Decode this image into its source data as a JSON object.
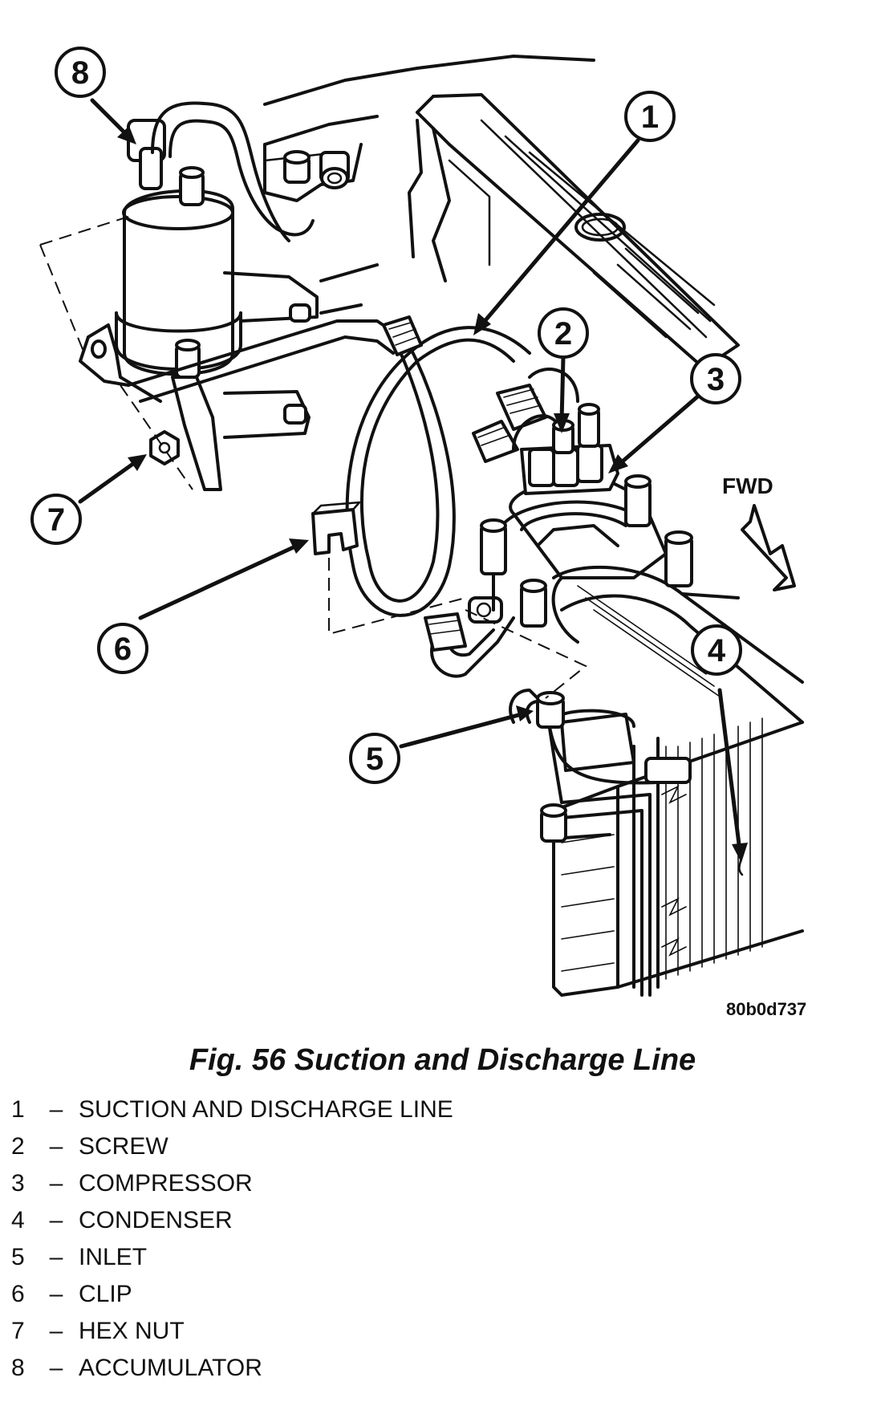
{
  "figure": {
    "caption": "Fig. 56 Suction and Discharge Line",
    "image_code": "80b0d737",
    "direction_label": "FWD"
  },
  "callouts": [
    "1",
    "2",
    "3",
    "4",
    "5",
    "6",
    "7",
    "8"
  ],
  "legend": [
    {
      "number": "1",
      "separator": "–",
      "label": "SUCTION AND DISCHARGE LINE"
    },
    {
      "number": "2",
      "separator": "–",
      "label": "SCREW"
    },
    {
      "number": "3",
      "separator": "–",
      "label": "COMPRESSOR"
    },
    {
      "number": "4",
      "separator": "–",
      "label": "CONDENSER"
    },
    {
      "number": "5",
      "separator": "–",
      "label": "INLET"
    },
    {
      "number": "6",
      "separator": "–",
      "label": "CLIP"
    },
    {
      "number": "7",
      "separator": "–",
      "label": "HEX NUT"
    },
    {
      "number": "8",
      "separator": "–",
      "label": "ACCUMULATOR"
    }
  ]
}
